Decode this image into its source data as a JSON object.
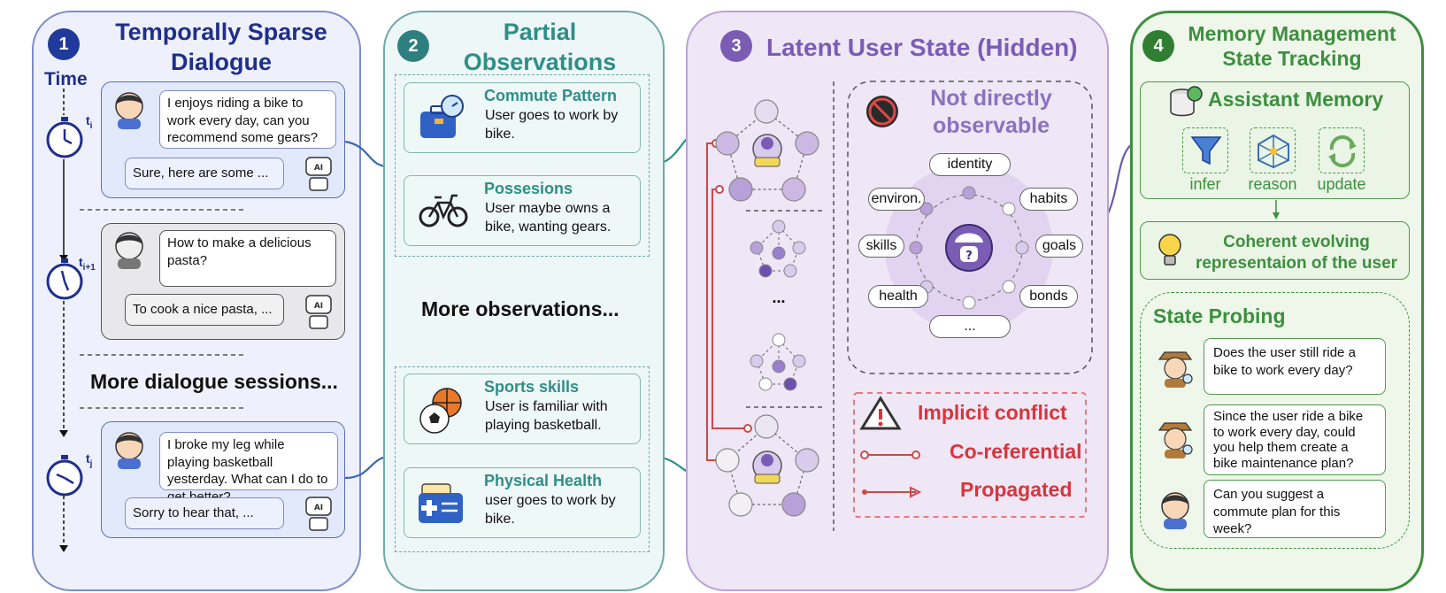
{
  "panel1": {
    "number": "1",
    "title_line1": "Temporally Sparse",
    "title_line2": "Dialogue",
    "time_label": "Time",
    "ticks": [
      "t",
      "t",
      "t"
    ],
    "tick_subs": [
      "i",
      "i+1",
      "j"
    ],
    "s1_user": "I enjoys riding a bike to work every day, can you recommend some gears?",
    "s1_ai": "Sure, here are some ...",
    "s2_user": "How to make a delicious pasta?",
    "s2_ai": "To cook a nice pasta, ...",
    "more": "More dialogue sessions...",
    "s3_user": "I broke my leg while playing basketball yesterday. What can I do to get better?",
    "s3_ai": "Sorry to hear that, ...",
    "ai_badge": "AI"
  },
  "panel2": {
    "number": "2",
    "title_line1": "Partial",
    "title_line2": "Observations",
    "obs": [
      {
        "title": "Commute Pattern",
        "body": "User goes to work by bike."
      },
      {
        "title": "Possesions",
        "body": "User maybe owns a bike, wanting gears."
      },
      {
        "title": "Sports skills",
        "body": "User is familiar with playing basketball."
      },
      {
        "title": "Physical Health",
        "body": "user goes to work by bike."
      }
    ],
    "more": "More observations..."
  },
  "panel3": {
    "number": "3",
    "title": "Latent User State (Hidden)",
    "not_observable_line1": "Not directly",
    "not_observable_line2": "observable",
    "attributes": [
      "identity",
      "environ.",
      "habits",
      "skills",
      "goals",
      "health",
      "bonds",
      "..."
    ],
    "ellipsis": "...",
    "legend": [
      "Implicit conflict",
      "Co-referential",
      "Propagated"
    ]
  },
  "panel4": {
    "number": "4",
    "title_line1": "Memory Management",
    "title_line2": "State Tracking",
    "assistant_memory": "Assistant Memory",
    "ops": [
      "infer",
      "reason",
      "update"
    ],
    "coherent_line1": "Coherent evolving",
    "coherent_line2": "representaion of the user",
    "probing": "State Probing",
    "probes": [
      "Does the user still ride a bike to work every day?",
      "Since the user ride a bike to work every day, could you help them create a bike maintenance plan?",
      "Can you suggest a commute plan for this week?"
    ]
  },
  "colors": {
    "panel1": "#1f2f8a",
    "panel2": "#2f8e88",
    "panel3": "#7a5cb5",
    "panel4": "#3d8f3f",
    "conflict": "#d6363c"
  }
}
